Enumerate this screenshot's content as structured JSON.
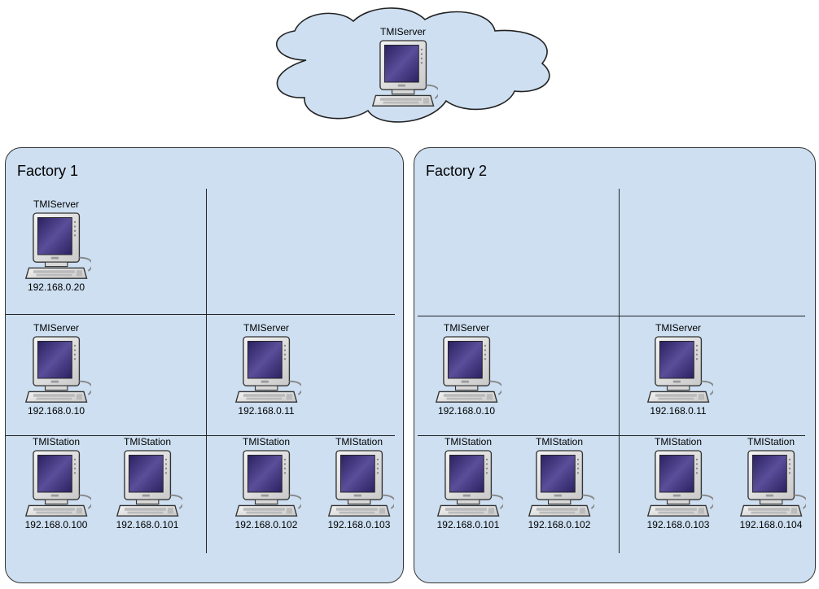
{
  "cloud": {
    "computer": {
      "name": "TMIServer",
      "ip": ""
    }
  },
  "factories": [
    {
      "title": "Factory 1",
      "computers": [
        {
          "name": "TMIServer",
          "ip": "192.168.0.20"
        },
        {
          "name": "TMIServer",
          "ip": "192.168.0.10"
        },
        {
          "name": "TMIServer",
          "ip": "192.168.0.11"
        },
        {
          "name": "TMIStation",
          "ip": "192.168.0.100"
        },
        {
          "name": "TMIStation",
          "ip": "192.168.0.101"
        },
        {
          "name": "TMIStation",
          "ip": "192.168.0.102"
        },
        {
          "name": "TMIStation",
          "ip": "192.168.0.103"
        }
      ]
    },
    {
      "title": "Factory 2",
      "computers": [
        {
          "name": "TMIServer",
          "ip": "192.168.0.10"
        },
        {
          "name": "TMIServer",
          "ip": "192.168.0.11"
        },
        {
          "name": "TMIStation",
          "ip": "192.168.0.101"
        },
        {
          "name": "TMIStation",
          "ip": "192.168.0.102"
        },
        {
          "name": "TMIStation",
          "ip": "192.168.0.103"
        },
        {
          "name": "TMIStation",
          "ip": "192.168.0.104"
        }
      ]
    }
  ],
  "colors": {
    "panel_fill": "#cddff1",
    "cloud_fill": "#cddff1",
    "screen": "#3b3075",
    "outline": "#333333"
  }
}
